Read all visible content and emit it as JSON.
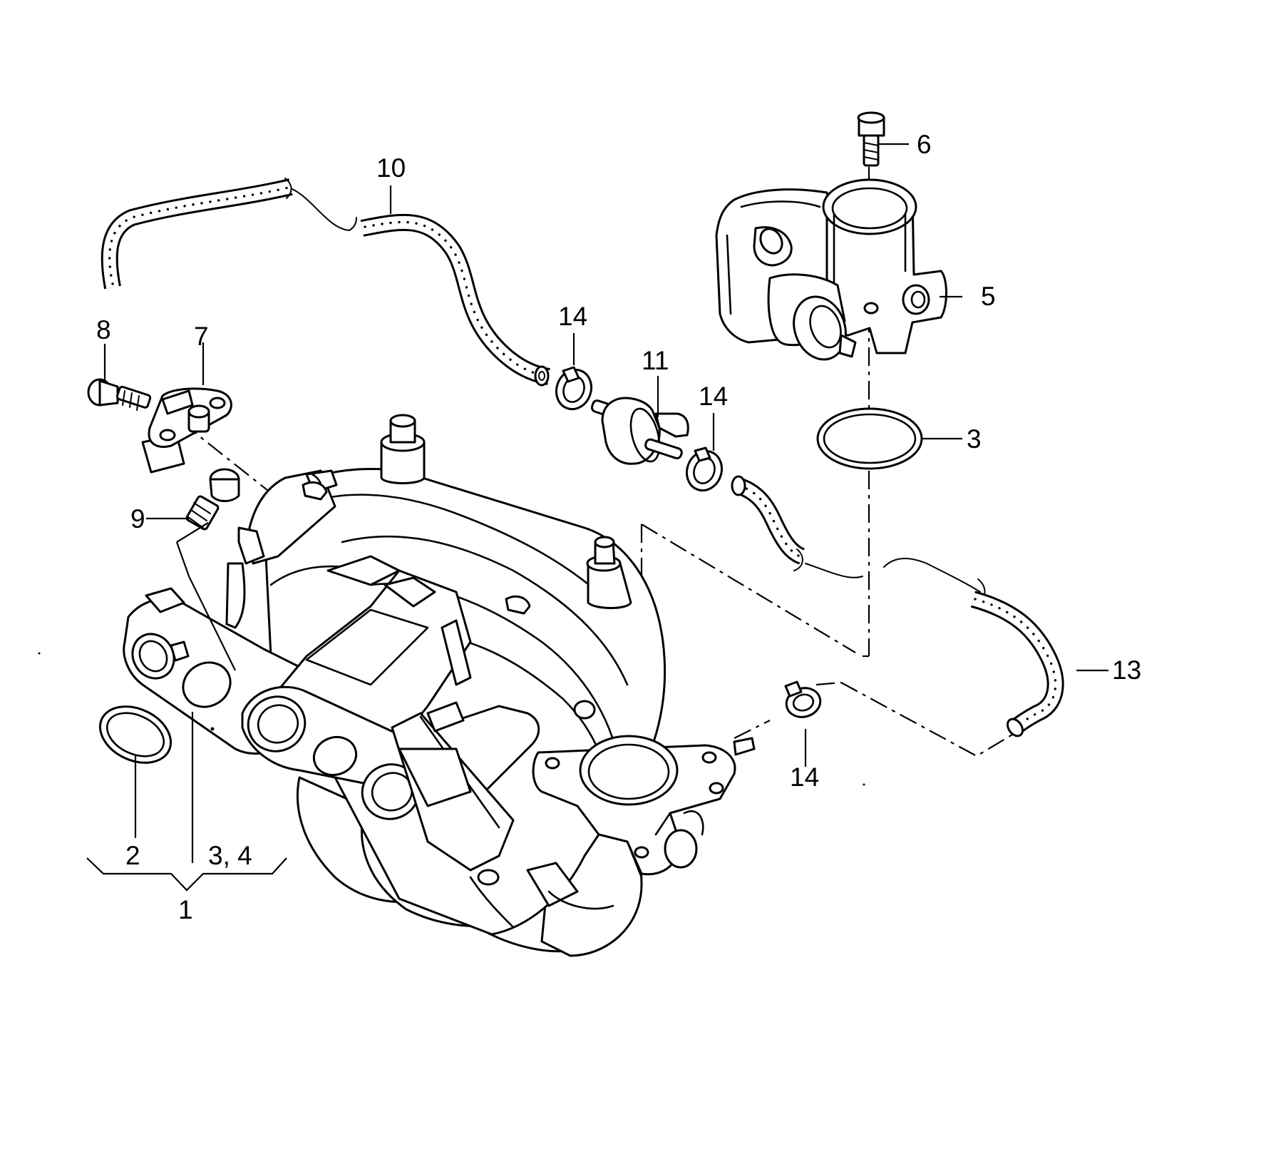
{
  "diagram": {
    "callouts": {
      "c1": "1",
      "c2": "2",
      "c3": "3",
      "c34": "3, 4",
      "c5": "5",
      "c6": "6",
      "c7": "7",
      "c8": "8",
      "c9": "9",
      "c10": "10",
      "c11": "11",
      "c13": "13",
      "c14a": "14",
      "c14b": "14",
      "c14c": "14"
    }
  }
}
